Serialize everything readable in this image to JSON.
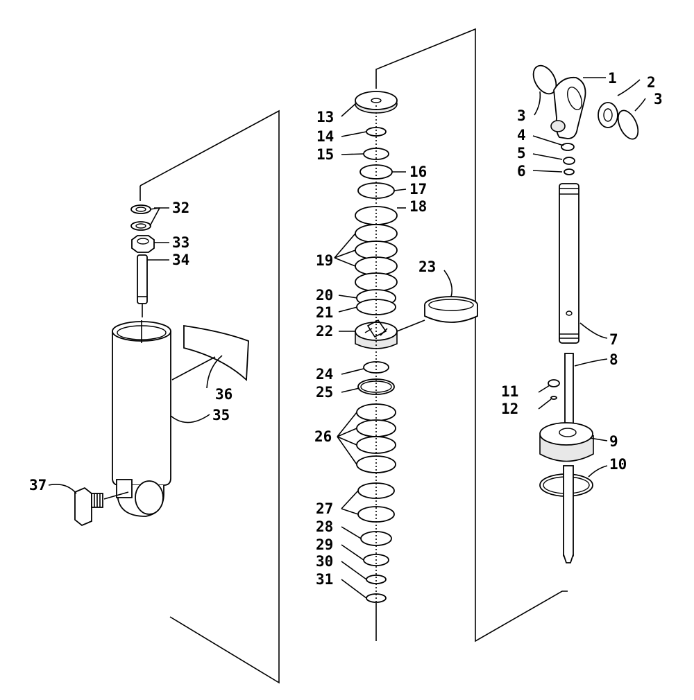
{
  "diagram": {
    "callouts": [
      {
        "id": "c1",
        "label": "1"
      },
      {
        "id": "c2",
        "label": "2"
      },
      {
        "id": "c3a",
        "label": "3"
      },
      {
        "id": "c3b",
        "label": "3"
      },
      {
        "id": "c4",
        "label": "4"
      },
      {
        "id": "c5",
        "label": "5"
      },
      {
        "id": "c6",
        "label": "6"
      },
      {
        "id": "c7",
        "label": "7"
      },
      {
        "id": "c8",
        "label": "8"
      },
      {
        "id": "c9",
        "label": "9"
      },
      {
        "id": "c10",
        "label": "10"
      },
      {
        "id": "c11",
        "label": "11"
      },
      {
        "id": "c12",
        "label": "12"
      },
      {
        "id": "c13",
        "label": "13"
      },
      {
        "id": "c14",
        "label": "14"
      },
      {
        "id": "c15",
        "label": "15"
      },
      {
        "id": "c16",
        "label": "16"
      },
      {
        "id": "c17",
        "label": "17"
      },
      {
        "id": "c18",
        "label": "18"
      },
      {
        "id": "c19",
        "label": "19"
      },
      {
        "id": "c20",
        "label": "20"
      },
      {
        "id": "c21",
        "label": "21"
      },
      {
        "id": "c22",
        "label": "22"
      },
      {
        "id": "c23",
        "label": "23"
      },
      {
        "id": "c24",
        "label": "24"
      },
      {
        "id": "c25",
        "label": "25"
      },
      {
        "id": "c26",
        "label": "26"
      },
      {
        "id": "c27",
        "label": "27"
      },
      {
        "id": "c28",
        "label": "28"
      },
      {
        "id": "c29",
        "label": "29"
      },
      {
        "id": "c30",
        "label": "30"
      },
      {
        "id": "c31",
        "label": "31"
      },
      {
        "id": "c32",
        "label": "32"
      },
      {
        "id": "c33",
        "label": "33"
      },
      {
        "id": "c34",
        "label": "34"
      },
      {
        "id": "c35",
        "label": "35"
      },
      {
        "id": "c36",
        "label": "36"
      },
      {
        "id": "c37",
        "label": "37"
      }
    ]
  }
}
